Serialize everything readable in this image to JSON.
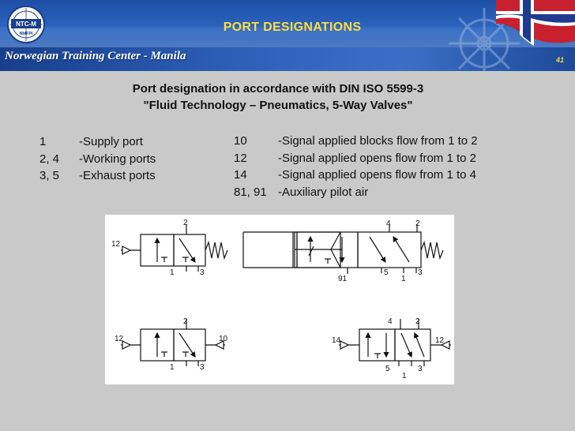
{
  "header": {
    "logo_text": "NTC-M",
    "logo_subtext": "NMFPI",
    "title": "PORT DESIGNATIONS",
    "organization": "Norwegian Training Center - Manila",
    "slide_number": "41"
  },
  "subtitle": {
    "line1": "Port designation in accordance with DIN ISO 5599-3",
    "line2": "\"Fluid Technology – Pneumatics, 5-Way Valves\""
  },
  "ports_left": [
    {
      "number": "1",
      "desc": "-Supply port"
    },
    {
      "number": "2, 4",
      "desc": "-Working ports"
    },
    {
      "number": "3, 5",
      "desc": "-Exhaust ports"
    }
  ],
  "ports_right": [
    {
      "number": "10",
      "desc": "-Signal applied blocks flow from 1 to 2"
    },
    {
      "number": "12",
      "desc": "-Signal applied opens flow from 1 to 2"
    },
    {
      "number": "14",
      "desc": "-Signal applied opens flow from 1 to 4"
    },
    {
      "number": "81, 91",
      "desc": "-Auxiliary pilot air"
    }
  ],
  "diagram_labels": {
    "v1_top": "2",
    "v1_pilot": "12",
    "v1_bl": "1",
    "v1_br": "3",
    "v2_top_left": "4",
    "v2_top_right": "2",
    "v2_aux": "91",
    "v2_bl": "5",
    "v2_bm": "1",
    "v2_br": "3",
    "v3_top": "2",
    "v3_left": "12",
    "v3_right": "10",
    "v3_bl": "1",
    "v3_br": "3",
    "v4_top_left": "4",
    "v4_top_right": "2",
    "v4_left": "14",
    "v4_right": "12",
    "v4_bl": "5",
    "v4_bm": "1",
    "v4_br": "3"
  },
  "colors": {
    "header_blue": "#2f68c2",
    "title_yellow": "#ffde3a",
    "background_gray": "#c9c9c9"
  }
}
